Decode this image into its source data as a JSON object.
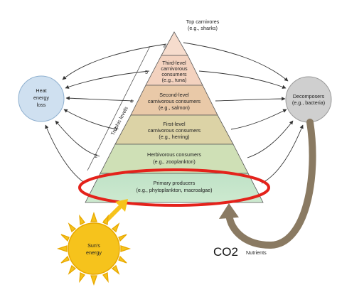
{
  "pyramid": {
    "top_label_1": "Top carnivores",
    "top_label_2": "(e.g., sharks)",
    "level_numbers": [
      "6",
      "5",
      "4",
      "3",
      "2"
    ],
    "tiers": [
      {
        "line1": "Third-level",
        "line2": "carnivorous",
        "line3": "consumers",
        "line4": "(e.g., tuna)"
      },
      {
        "line1": "Second-level",
        "line2": "carnivorous consumers",
        "line3": "(e.g., salmon)"
      },
      {
        "line1": "First-level",
        "line2": "carnivorous consumers",
        "line3": "(e.g., herring)"
      },
      {
        "line1": "Herbivorous consumers",
        "line2": "(e.g., zooplankton)"
      },
      {
        "line1": "Primary producers",
        "line2": "(e.g., phytoplankton, macroalgae)"
      }
    ],
    "axis_label": "Trophic levels"
  },
  "heat": {
    "line1": "Heat",
    "line2": "energy",
    "line3": "loss"
  },
  "decomposers": {
    "line1": "Decomposers",
    "line2": "(e.g., bacteria)"
  },
  "sun": {
    "line1": "Sun's",
    "line2": "energy"
  },
  "co2_label": "CO2",
  "nutrients_label": "Nutrients",
  "colors": {
    "tier_top": "#f3d2bf",
    "tier_mid": "#e9c9a8",
    "tier_low": "#dcd3a6",
    "tier_herb": "#cfe0b6",
    "tier_base": "#bfe2c7",
    "heat_circle": "#cfe0f0",
    "decomposer_circle": "#cfcfcf",
    "highlight_ellipse": "#e4221b",
    "sun": "#f6c31c",
    "nutrient_arrow": "#8a7a62"
  }
}
